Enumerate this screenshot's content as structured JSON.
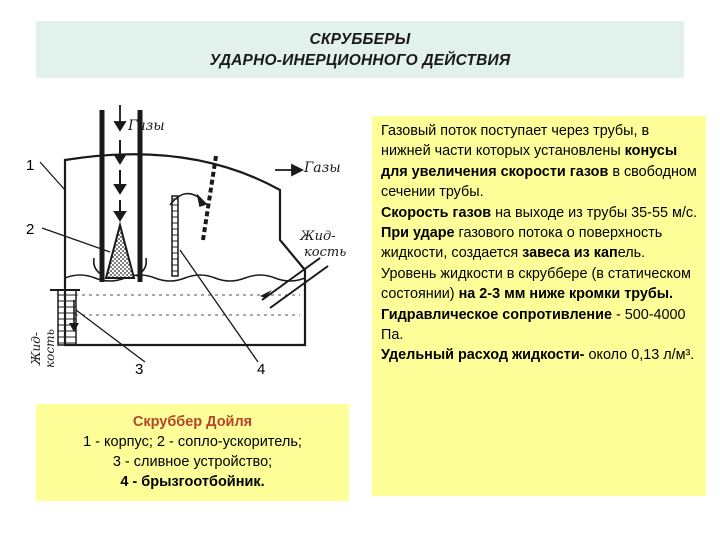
{
  "title": {
    "line1": "СКРУББЕРЫ",
    "line2": "УДАРНО-ИНЕРЦИОННОГО ДЕЙСТВИЯ"
  },
  "diagram": {
    "labels": {
      "gas_in": "Газы",
      "gas_out": "Газы",
      "liquid_in_1": "Жид-",
      "liquid_in_2": "кость",
      "liquid_out_1": "Жид-",
      "liquid_out_2": "кость"
    },
    "numbers": [
      "1",
      "2",
      "3",
      "4"
    ]
  },
  "caption": {
    "title": "Скруббер Дойля",
    "line1": "1 - корпус; 2 - сопло-ускоритель;",
    "line2": "3 - сливное устройство;",
    "line3": "4 - брызгоотбойник."
  },
  "info": {
    "p1_a": "Газовый поток поступает через трубы, в нижней части которых установлены ",
    "p1_b": "конусы для увеличения скорости газов",
    "p1_c": " в свободном сечении трубы.",
    "p2_a": "Скорость газов",
    "p2_b": " на выходе из трубы 35-55 м/с.",
    "p3_a": "При ударе",
    "p3_b": " газового потока о поверхность жидкости, создается ",
    "p3_c": "завеса из кап",
    "p3_d": "ель.",
    "p4_a": "Уровень жидкости в скруббере (в статическом состоянии) ",
    "p4_b": "на 2-3 мм ниже кромки трубы.",
    "p5_a": "Гидравлическое сопротивление",
    "p5_b": " - 500-4000 Па.",
    "p6_a": "Удельный расход жидкости-",
    "p6_b": " около 0,13 л/м³."
  }
}
